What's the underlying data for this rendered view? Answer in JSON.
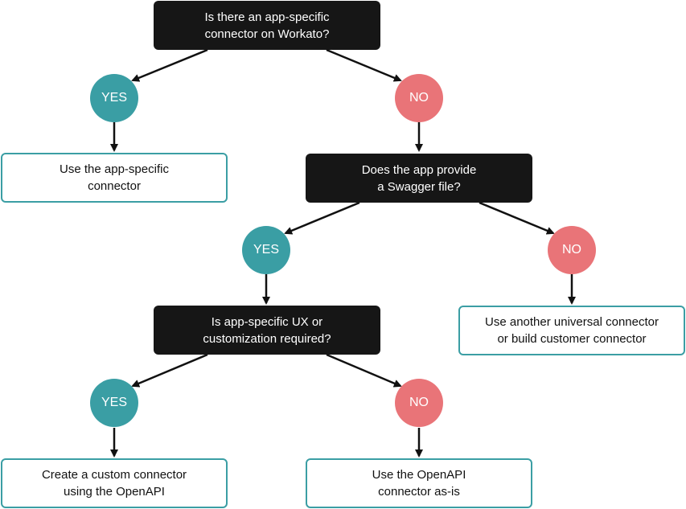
{
  "colors": {
    "question_bg": "#161616",
    "yes": "#3a9ea4",
    "no": "#e97478",
    "result_border": "#3b9ea4",
    "arrow": "#111111"
  },
  "q1": {
    "line1": "Is there an app-specific",
    "line2": "connector on Workato?"
  },
  "q2": {
    "line1": "Does the app provide",
    "line2": "a Swagger file?"
  },
  "q3": {
    "line1": "Is app-specific UX or",
    "line2": "customization required?"
  },
  "yes_label": "YES",
  "no_label": "NO",
  "r1": {
    "line1": "Use the app-specific",
    "line2": "connector"
  },
  "r2": {
    "line1": "Use another universal connector",
    "line2": "or build customer connector"
  },
  "r3": {
    "line1": "Create a custom connector",
    "line2": "using the OpenAPI"
  },
  "r4": {
    "line1": "Use the OpenAPI",
    "line2": "connector as-is"
  }
}
